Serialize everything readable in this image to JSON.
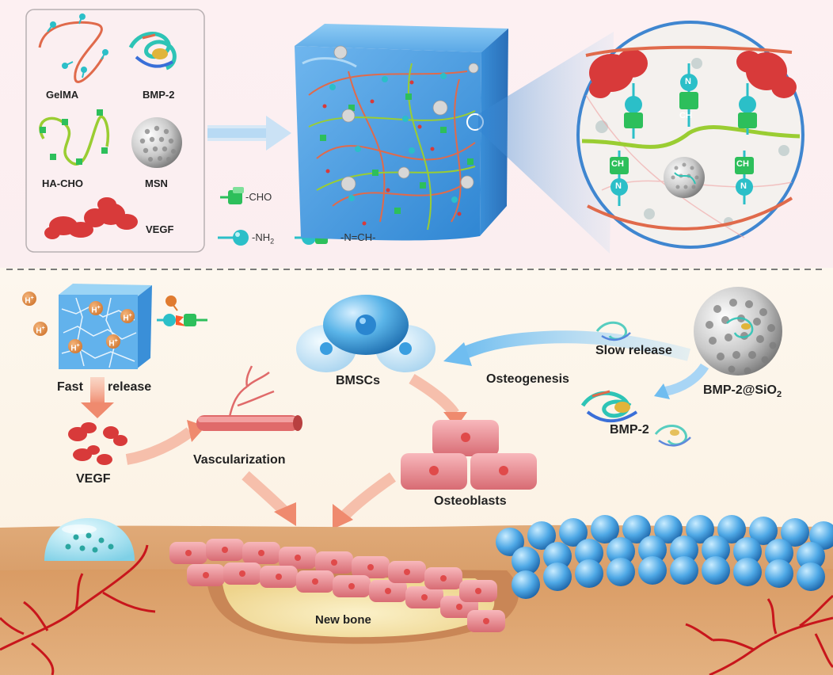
{
  "legend": {
    "gelma": "GelMA",
    "bmp2": "BMP-2",
    "hacho": "HA-CHO",
    "msn": "MSN",
    "vegf": "VEGF"
  },
  "chem": {
    "cho": "-CHO",
    "nh2": "-NH",
    "nh2_sub": "2",
    "imine": "-N=CH-"
  },
  "zoom": {
    "ch_label": "CH",
    "n_label": "N"
  },
  "process": {
    "ion_label": "H",
    "ion_sup": "+",
    "fast_label": "Fast",
    "release_label": "release",
    "vegf_label": "VEGF",
    "vascularization": "Vascularization",
    "bmscs": "BMSCs",
    "osteogenesis": "Osteogenesis",
    "slow_release": "Slow release",
    "bmp2_label": "BMP-2",
    "bmp2_sio2": "BMP-2@SiO",
    "bmp2_sio2_sub": "2",
    "osteoblasts": "Osteoblasts",
    "new_bone": "New bone"
  },
  "colors": {
    "hydrogel": "#4a9fe0",
    "gelma_chain": "#e36a4a",
    "hacho_chain": "#9acd32",
    "vegf": "#d93a3a",
    "osteoblast": "#e98a8f",
    "bmsc": "#5ab4e8",
    "tissue": "#d69a66",
    "new_bone": "#f6e4a8"
  }
}
